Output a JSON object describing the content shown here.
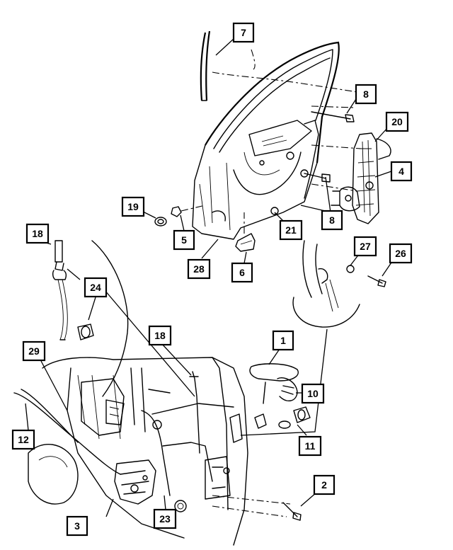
{
  "diagram": {
    "callouts": [
      {
        "id": "c7",
        "label": "7"
      },
      {
        "id": "c8a",
        "label": "8"
      },
      {
        "id": "c20",
        "label": "20"
      },
      {
        "id": "c4",
        "label": "4"
      },
      {
        "id": "c8b",
        "label": "8"
      },
      {
        "id": "c19",
        "label": "19"
      },
      {
        "id": "c5",
        "label": "5"
      },
      {
        "id": "c21",
        "label": "21"
      },
      {
        "id": "c18a",
        "label": "18"
      },
      {
        "id": "c28",
        "label": "28"
      },
      {
        "id": "c6",
        "label": "6"
      },
      {
        "id": "c27",
        "label": "27"
      },
      {
        "id": "c26",
        "label": "26"
      },
      {
        "id": "c24",
        "label": "24"
      },
      {
        "id": "c18b",
        "label": "18"
      },
      {
        "id": "c1",
        "label": "1"
      },
      {
        "id": "c29",
        "label": "29"
      },
      {
        "id": "c10",
        "label": "10"
      },
      {
        "id": "c11",
        "label": "11"
      },
      {
        "id": "c12",
        "label": "12"
      },
      {
        "id": "c2",
        "label": "2"
      },
      {
        "id": "c3",
        "label": "3"
      },
      {
        "id": "c23",
        "label": "23"
      }
    ]
  }
}
